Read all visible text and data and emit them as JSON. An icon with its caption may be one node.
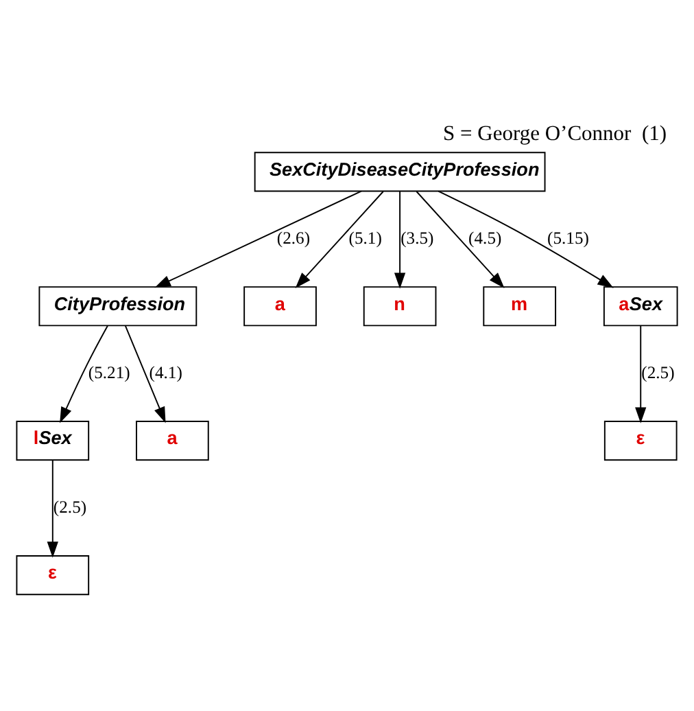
{
  "diagram": {
    "title": "S = George O’Connor  (1)",
    "nodes": [
      {
        "text": [
          "SexCityDiseaseCityProfession"
        ]
      },
      {
        "text": [
          "CityProfession"
        ]
      },
      {
        "text": [
          "a"
        ]
      },
      {
        "text": [
          "n"
        ]
      },
      {
        "text": [
          "m"
        ]
      },
      {
        "text": [
          "lSex"
        ]
      },
      {
        "text": [
          "a"
        ]
      },
      {
        "text": [
          "aSex"
        ]
      },
      {
        "text": [
          "ε"
        ]
      },
      {
        "text": [
          "ε"
        ]
      }
    ],
    "edges": [
      {
        "from": 0,
        "to": 1,
        "arrow": "to",
        "label": "(2.6)"
      },
      {
        "from": 0,
        "to": 2,
        "arrow": "to",
        "label": "(5.1)"
      },
      {
        "from": 0,
        "to": 3,
        "arrow": "to",
        "label": "(3.5)"
      },
      {
        "from": 0,
        "to": 7,
        "arrow": "to",
        "label": "(5.15)"
      },
      {
        "from": 0,
        "to": 4,
        "arrow": "to",
        "label": "(4.5)"
      },
      {
        "from": 1,
        "to": 5,
        "arrow": "to",
        "label": "(5.21)"
      },
      {
        "from": 1,
        "to": 6,
        "arrow": "to",
        "label": "(4.1)"
      },
      {
        "from": 5,
        "to": 8,
        "arrow": "to",
        "label": "(2.5)"
      },
      {
        "from": 7,
        "to": 9,
        "arrow": "to",
        "label": "(2.5)"
      }
    ]
  }
}
